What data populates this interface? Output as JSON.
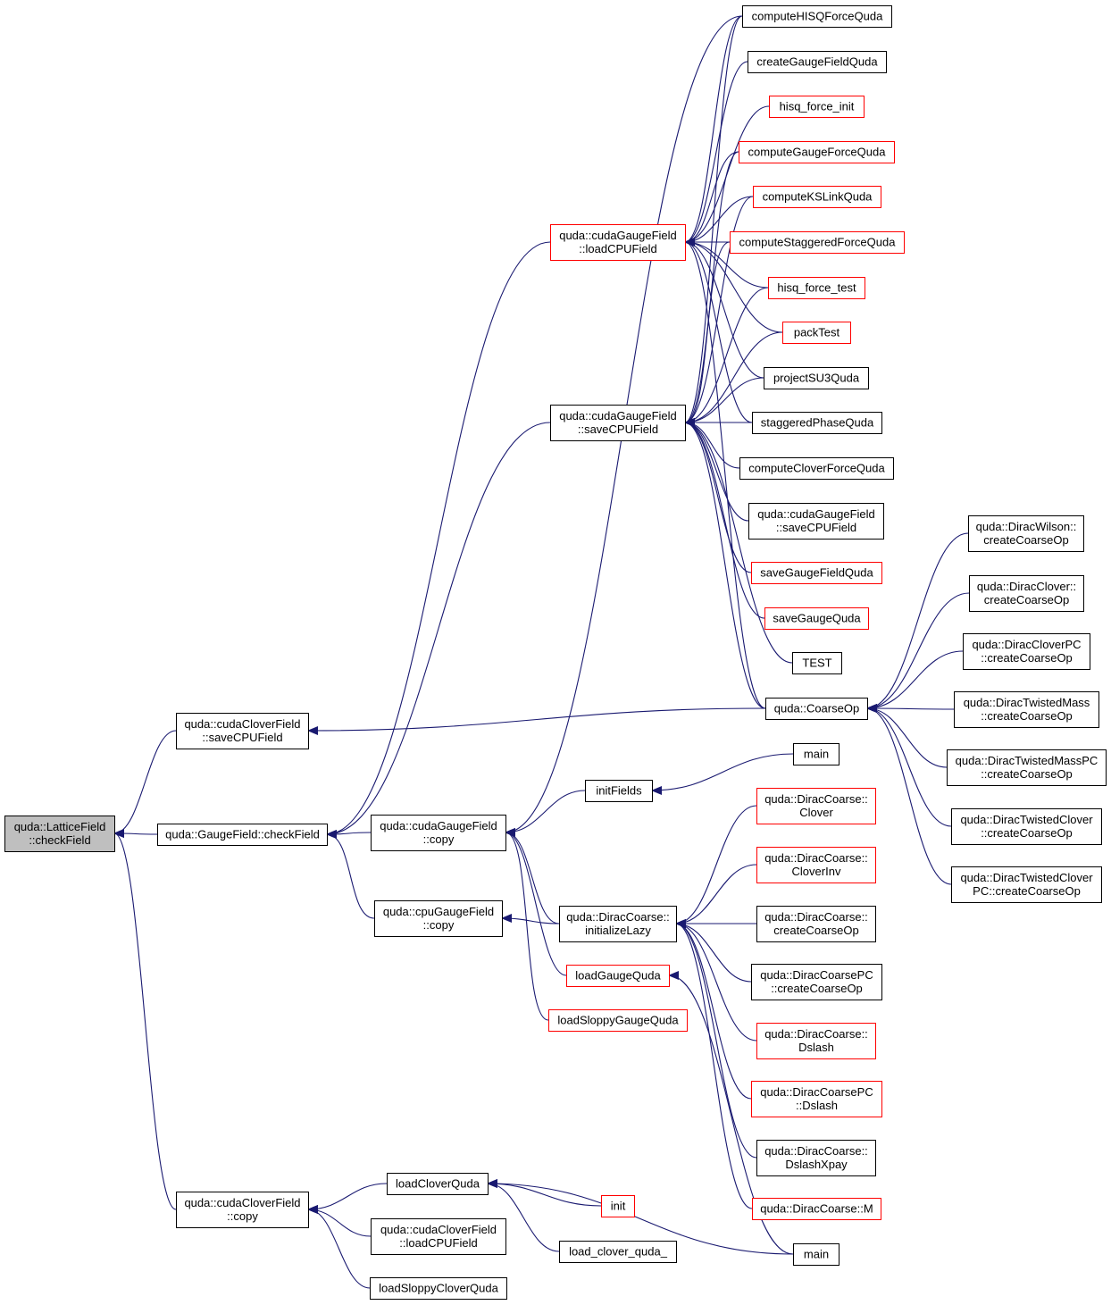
{
  "colors": {
    "edge": "#191970",
    "border_normal": "#000000",
    "border_truncated": "#ff0000",
    "root_fill": "#bfbfbf",
    "node_fill": "#ffffff"
  },
  "nodes": [
    {
      "id": "n_root",
      "lines": [
        "quda::LatticeField",
        "::checkField"
      ],
      "style": "root"
    },
    {
      "id": "n_cloverSave",
      "lines": [
        "quda::cudaCloverField",
        "::saveCPUField"
      ],
      "style": "normal"
    },
    {
      "id": "n_gfCheck",
      "lines": [
        "quda::GaugeField::checkField"
      ],
      "style": "normal"
    },
    {
      "id": "n_cloverCopy",
      "lines": [
        "quda::cudaCloverField",
        "::copy"
      ],
      "style": "normal"
    },
    {
      "id": "n_gaugeLoad",
      "lines": [
        "quda::cudaGaugeField",
        "::loadCPUField"
      ],
      "style": "truncated"
    },
    {
      "id": "n_gaugeSave",
      "lines": [
        "quda::cudaGaugeField",
        "::saveCPUField"
      ],
      "style": "normal"
    },
    {
      "id": "n_gaugeCopy",
      "lines": [
        "quda::cudaGaugeField",
        "::copy"
      ],
      "style": "normal"
    },
    {
      "id": "n_cpuCopy",
      "lines": [
        "quda::cpuGaugeField",
        "::copy"
      ],
      "style": "normal"
    },
    {
      "id": "n_loadClover",
      "lines": [
        "loadCloverQuda"
      ],
      "style": "normal"
    },
    {
      "id": "n_cloverLoadCPU",
      "lines": [
        "quda::cudaCloverField",
        "::loadCPUField"
      ],
      "style": "normal"
    },
    {
      "id": "n_loadSloppyClover",
      "lines": [
        "loadSloppyCloverQuda"
      ],
      "style": "normal"
    },
    {
      "id": "n_initFields",
      "lines": [
        "initFields"
      ],
      "style": "normal"
    },
    {
      "id": "n_initLazy",
      "lines": [
        "quda::DiracCoarse::",
        "initializeLazy"
      ],
      "style": "normal"
    },
    {
      "id": "n_loadGauge",
      "lines": [
        "loadGaugeQuda"
      ],
      "style": "truncated"
    },
    {
      "id": "n_loadSloppyGauge",
      "lines": [
        "loadSloppyGaugeQuda"
      ],
      "style": "truncated"
    },
    {
      "id": "n_loadCloverUnd",
      "lines": [
        "load_clover_quda_"
      ],
      "style": "normal"
    },
    {
      "id": "n_init",
      "lines": [
        "init"
      ],
      "style": "truncated"
    },
    {
      "id": "n_computeHISQ",
      "lines": [
        "computeHISQForceQuda"
      ],
      "style": "normal"
    },
    {
      "id": "n_createGauge",
      "lines": [
        "createGaugeFieldQuda"
      ],
      "style": "normal"
    },
    {
      "id": "n_hisqInit",
      "lines": [
        "hisq_force_init"
      ],
      "style": "truncated"
    },
    {
      "id": "n_computeGaugeForce",
      "lines": [
        "computeGaugeForceQuda"
      ],
      "style": "truncated"
    },
    {
      "id": "n_computeKS",
      "lines": [
        "computeKSLinkQuda"
      ],
      "style": "truncated"
    },
    {
      "id": "n_computeStag",
      "lines": [
        "computeStaggeredForceQuda"
      ],
      "style": "truncated"
    },
    {
      "id": "n_hisqTest",
      "lines": [
        "hisq_force_test"
      ],
      "style": "truncated"
    },
    {
      "id": "n_packTest",
      "lines": [
        "packTest"
      ],
      "style": "truncated"
    },
    {
      "id": "n_projectSU3",
      "lines": [
        "projectSU3Quda"
      ],
      "style": "normal"
    },
    {
      "id": "n_stagPhase",
      "lines": [
        "staggeredPhaseQuda"
      ],
      "style": "normal"
    },
    {
      "id": "n_cloverForce",
      "lines": [
        "computeCloverForceQuda"
      ],
      "style": "normal"
    },
    {
      "id": "n_gaugeSave2",
      "lines": [
        "quda::cudaGaugeField",
        "::saveCPUField"
      ],
      "style": "normal"
    },
    {
      "id": "n_saveGaugeField",
      "lines": [
        "saveGaugeFieldQuda"
      ],
      "style": "truncated"
    },
    {
      "id": "n_saveGauge",
      "lines": [
        "saveGaugeQuda"
      ],
      "style": "truncated"
    },
    {
      "id": "n_TEST",
      "lines": [
        "TEST"
      ],
      "style": "normal"
    },
    {
      "id": "n_coarseOp",
      "lines": [
        "quda::CoarseOp"
      ],
      "style": "normal"
    },
    {
      "id": "n_main1",
      "lines": [
        "main"
      ],
      "style": "normal"
    },
    {
      "id": "n_dcClover",
      "lines": [
        "quda::DiracCoarse::",
        "Clover"
      ],
      "style": "truncated"
    },
    {
      "id": "n_dcCloverInv",
      "lines": [
        "quda::DiracCoarse::",
        "CloverInv"
      ],
      "style": "truncated"
    },
    {
      "id": "n_dcCreate",
      "lines": [
        "quda::DiracCoarse::",
        "createCoarseOp"
      ],
      "style": "normal"
    },
    {
      "id": "n_dcpcCreate",
      "lines": [
        "quda::DiracCoarsePC",
        "::createCoarseOp"
      ],
      "style": "normal"
    },
    {
      "id": "n_dcDslash",
      "lines": [
        "quda::DiracCoarse::",
        "Dslash"
      ],
      "style": "truncated"
    },
    {
      "id": "n_dcpcDslash",
      "lines": [
        "quda::DiracCoarsePC",
        "::Dslash"
      ],
      "style": "truncated"
    },
    {
      "id": "n_dcDslashX",
      "lines": [
        "quda::DiracCoarse::",
        "DslashXpay"
      ],
      "style": "normal"
    },
    {
      "id": "n_dcM",
      "lines": [
        "quda::DiracCoarse::M"
      ],
      "style": "truncated"
    },
    {
      "id": "n_main2",
      "lines": [
        "main"
      ],
      "style": "normal"
    },
    {
      "id": "n_dwCreate",
      "lines": [
        "quda::DiracWilson::",
        "createCoarseOp"
      ],
      "style": "normal"
    },
    {
      "id": "n_dclCreate",
      "lines": [
        "quda::DiracClover::",
        "createCoarseOp"
      ],
      "style": "normal"
    },
    {
      "id": "n_dclpcCreate",
      "lines": [
        "quda::DiracCloverPC",
        "::createCoarseOp"
      ],
      "style": "normal"
    },
    {
      "id": "n_dtmCreate",
      "lines": [
        "quda::DiracTwistedMass",
        "::createCoarseOp"
      ],
      "style": "normal"
    },
    {
      "id": "n_dtmpcCreate",
      "lines": [
        "quda::DiracTwistedMassPC",
        "::createCoarseOp"
      ],
      "style": "normal"
    },
    {
      "id": "n_dtcCreate",
      "lines": [
        "quda::DiracTwistedClover",
        "::createCoarseOp"
      ],
      "style": "normal"
    },
    {
      "id": "n_dtcpcCreate",
      "lines": [
        "quda::DiracTwistedClover",
        "PC::createCoarseOp"
      ],
      "style": "normal"
    }
  ],
  "edges": [
    [
      "n_cloverSave",
      "n_root"
    ],
    [
      "n_gfCheck",
      "n_root"
    ],
    [
      "n_cloverCopy",
      "n_root"
    ],
    [
      "n_gaugeLoad",
      "n_gfCheck"
    ],
    [
      "n_gaugeSave",
      "n_gfCheck"
    ],
    [
      "n_gaugeCopy",
      "n_gfCheck"
    ],
    [
      "n_cpuCopy",
      "n_gfCheck"
    ],
    [
      "n_coarseOp",
      "n_cloverSave"
    ],
    [
      "n_loadClover",
      "n_cloverCopy"
    ],
    [
      "n_cloverLoadCPU",
      "n_cloverCopy"
    ],
    [
      "n_loadSloppyClover",
      "n_cloverCopy"
    ],
    [
      "n_computeHISQ",
      "n_gaugeLoad"
    ],
    [
      "n_createGauge",
      "n_gaugeLoad"
    ],
    [
      "n_hisqInit",
      "n_gaugeLoad"
    ],
    [
      "n_computeGaugeForce",
      "n_gaugeLoad"
    ],
    [
      "n_computeKS",
      "n_gaugeLoad"
    ],
    [
      "n_computeStag",
      "n_gaugeLoad"
    ],
    [
      "n_hisqTest",
      "n_gaugeLoad"
    ],
    [
      "n_packTest",
      "n_gaugeLoad"
    ],
    [
      "n_projectSU3",
      "n_gaugeLoad"
    ],
    [
      "n_stagPhase",
      "n_gaugeLoad"
    ],
    [
      "n_coarseOp",
      "n_gaugeLoad"
    ],
    [
      "n_computeHISQ",
      "n_gaugeSave"
    ],
    [
      "n_computeGaugeForce",
      "n_gaugeSave"
    ],
    [
      "n_computeKS",
      "n_gaugeSave"
    ],
    [
      "n_computeStag",
      "n_gaugeSave"
    ],
    [
      "n_hisqTest",
      "n_gaugeSave"
    ],
    [
      "n_packTest",
      "n_gaugeSave"
    ],
    [
      "n_projectSU3",
      "n_gaugeSave"
    ],
    [
      "n_stagPhase",
      "n_gaugeSave"
    ],
    [
      "n_cloverForce",
      "n_gaugeSave"
    ],
    [
      "n_gaugeSave2",
      "n_gaugeSave"
    ],
    [
      "n_saveGaugeField",
      "n_gaugeSave"
    ],
    [
      "n_saveGauge",
      "n_gaugeSave"
    ],
    [
      "n_TEST",
      "n_gaugeSave"
    ],
    [
      "n_coarseOp",
      "n_gaugeSave"
    ],
    [
      "n_computeHISQ",
      "n_gaugeCopy"
    ],
    [
      "n_initFields",
      "n_gaugeCopy"
    ],
    [
      "n_initLazy",
      "n_gaugeCopy"
    ],
    [
      "n_loadGauge",
      "n_gaugeCopy"
    ],
    [
      "n_loadSloppyGauge",
      "n_gaugeCopy"
    ],
    [
      "n_initLazy",
      "n_cpuCopy"
    ],
    [
      "n_main1",
      "n_initFields"
    ],
    [
      "n_dcClover",
      "n_initLazy"
    ],
    [
      "n_dcCloverInv",
      "n_initLazy"
    ],
    [
      "n_dcCreate",
      "n_initLazy"
    ],
    [
      "n_dcpcCreate",
      "n_initLazy"
    ],
    [
      "n_dcDslash",
      "n_initLazy"
    ],
    [
      "n_dcpcDslash",
      "n_initLazy"
    ],
    [
      "n_dcDslashX",
      "n_initLazy"
    ],
    [
      "n_dcM",
      "n_initLazy"
    ],
    [
      "n_main2",
      "n_loadGauge"
    ],
    [
      "n_main2",
      "n_loadClover"
    ],
    [
      "n_init",
      "n_loadClover"
    ],
    [
      "n_loadCloverUnd",
      "n_loadClover"
    ],
    [
      "n_dwCreate",
      "n_coarseOp"
    ],
    [
      "n_dclCreate",
      "n_coarseOp"
    ],
    [
      "n_dclpcCreate",
      "n_coarseOp"
    ],
    [
      "n_dtmCreate",
      "n_coarseOp"
    ],
    [
      "n_dtmpcCreate",
      "n_coarseOp"
    ],
    [
      "n_dtcCreate",
      "n_coarseOp"
    ],
    [
      "n_dtcpcCreate",
      "n_coarseOp"
    ]
  ]
}
